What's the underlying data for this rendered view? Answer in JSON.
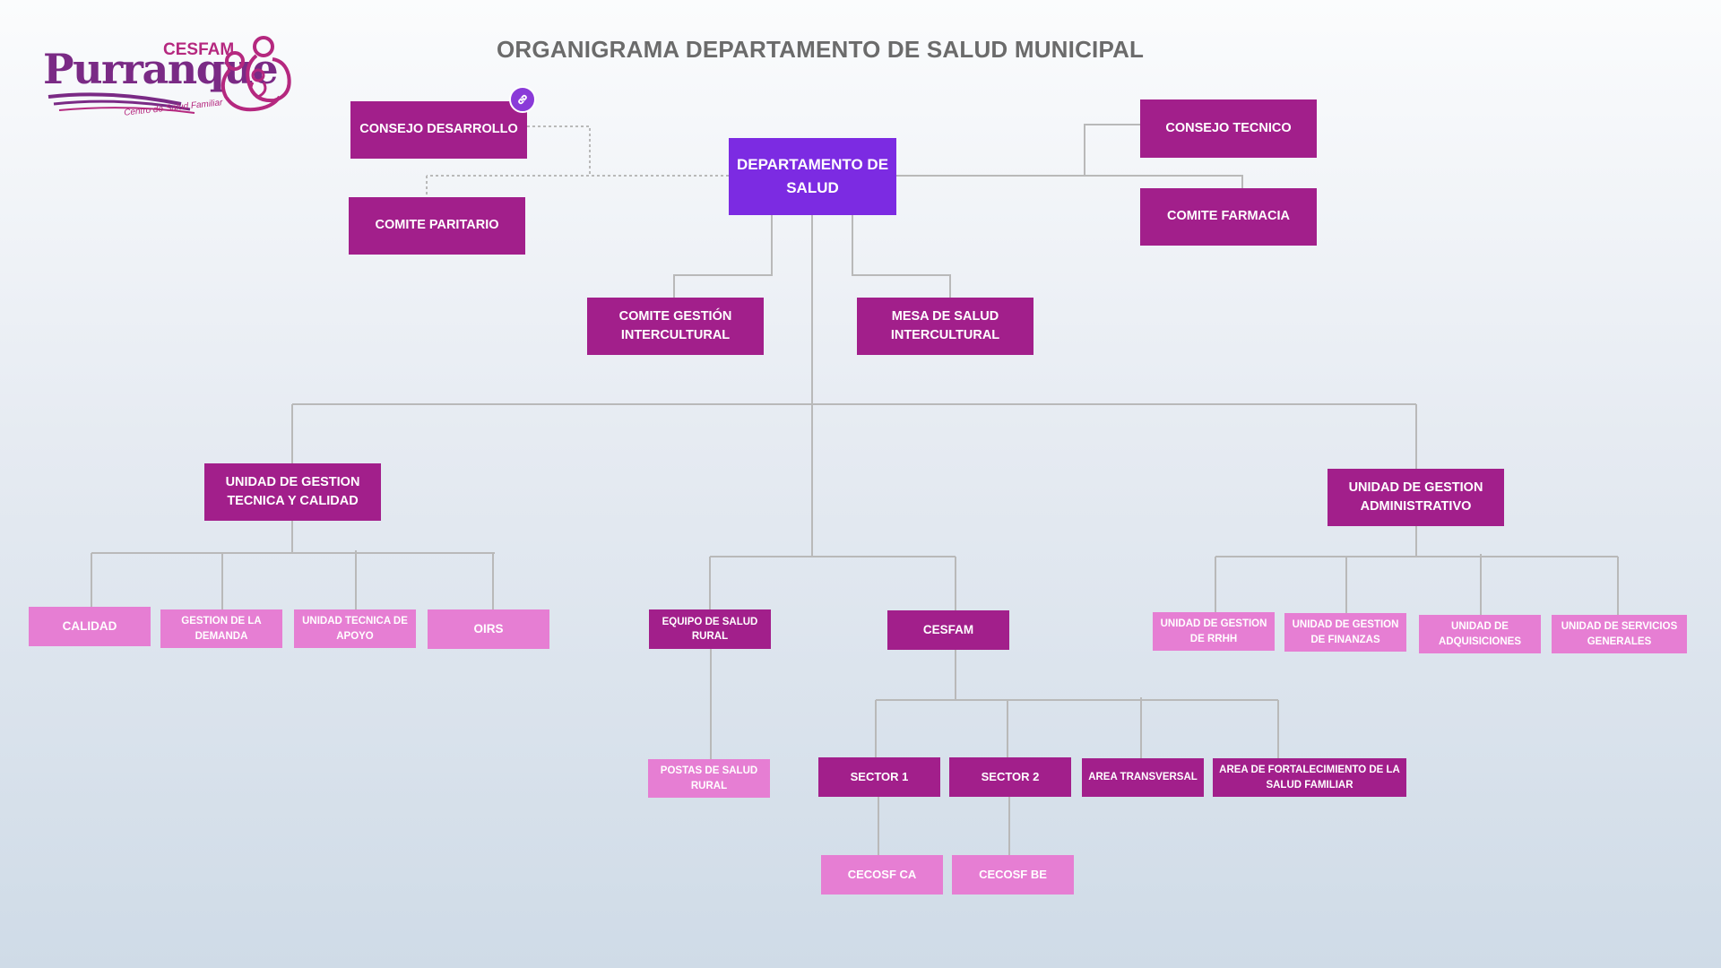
{
  "title": "ORGANIGRAMA DEPARTAMENTO DE SALUD MUNICIPAL",
  "logo": {
    "top": "CESFAM",
    "name": "Purranque",
    "subtitle": "Centro de Salud Familiar"
  },
  "colors": {
    "main": "#7c2be2",
    "dark": "#a21f8b",
    "light": "#e67ed3",
    "connector": "#b9b9b9"
  },
  "icons": {
    "link_badge": "link-icon"
  },
  "nodes": {
    "departamento": "DEPARTAMENTO DE SALUD",
    "consejo_desarrollo": "CONSEJO DESARROLLO",
    "comite_paritario": "COMITE PARITARIO",
    "consejo_tecnico": "CONSEJO TECNICO",
    "comite_farmacia": "COMITE FARMACIA",
    "comite_gestion_intercultural": "COMITE GESTIÓN INTERCULTURAL",
    "mesa_salud_intercultural": "MESA DE SALUD INTERCULTURAL",
    "ug_tecnica_calidad": "UNIDAD DE GESTION TECNICA Y CALIDAD",
    "ug_administrativo": "UNIDAD DE GESTION ADMINISTRATIVO",
    "calidad": "CALIDAD",
    "gestion_demanda": "GESTION DE LA DEMANDA",
    "unidad_tecnica_apoyo": "UNIDAD TECNICA DE APOYO",
    "oirs": "OIRS",
    "equipo_salud_rural": "EQUIPO DE SALUD RURAL",
    "cesfam": "CESFAM",
    "postas_salud_rural": "POSTAS DE SALUD RURAL",
    "sector1": "SECTOR 1",
    "sector2": "SECTOR 2",
    "area_transversal": "AREA TRANSVERSAL",
    "area_fortalecimiento": "AREA DE FORTALECIMIENTO DE LA SALUD FAMILIAR",
    "cecosf_ca": "CECOSF CA",
    "cecosf_be": "CECOSF BE",
    "ug_rrhh": "UNIDAD DE GESTION DE RRHH",
    "ug_finanzas": "UNIDAD DE GESTION DE FINANZAS",
    "unidad_adquisiciones": "UNIDAD DE ADQUISICIONES",
    "unidad_servicios_generales": "UNIDAD DE SERVICIOS GENERALES"
  }
}
